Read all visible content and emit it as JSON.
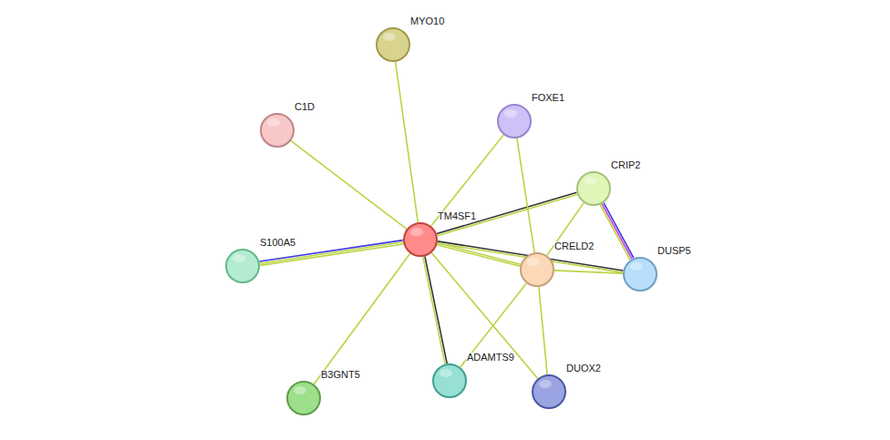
{
  "diagram": {
    "nodes": [
      {
        "text": [
          "MYO10"
        ]
      },
      {
        "text": [
          "FOXE1"
        ]
      },
      {
        "text": [
          "C1D"
        ]
      },
      {
        "text": [
          "CRIP2"
        ]
      },
      {
        "text": [
          "TM4SF1"
        ]
      },
      {
        "text": [
          "S100A5"
        ]
      },
      {
        "text": [
          "CRELD2"
        ]
      },
      {
        "text": [
          "DUSP5"
        ]
      },
      {
        "text": [
          "ADAMTS9"
        ]
      },
      {
        "text": [
          "DUOX2"
        ]
      },
      {
        "text": [
          "B3GNT5"
        ]
      }
    ],
    "edges": [
      {
        "from": 4,
        "to": 0,
        "arrow": "none"
      },
      {
        "from": 4,
        "to": 2,
        "arrow": "none"
      },
      {
        "from": 4,
        "to": 1,
        "arrow": "none"
      },
      {
        "from": 4,
        "to": 3,
        "arrow": "none"
      },
      {
        "from": 4,
        "to": 5,
        "arrow": "none"
      },
      {
        "from": 4,
        "to": 6,
        "arrow": "none"
      },
      {
        "from": 4,
        "to": 7,
        "arrow": "none"
      },
      {
        "from": 4,
        "to": 10,
        "arrow": "none"
      },
      {
        "from": 4,
        "to": 8,
        "arrow": "none"
      },
      {
        "from": 4,
        "to": 9,
        "arrow": "none"
      },
      {
        "from": 1,
        "to": 6,
        "arrow": "none"
      },
      {
        "from": 3,
        "to": 6,
        "arrow": "none"
      },
      {
        "from": 3,
        "to": 7,
        "arrow": "none"
      },
      {
        "from": 6,
        "to": 7,
        "arrow": "none"
      },
      {
        "from": 6,
        "to": 8,
        "arrow": "none"
      },
      {
        "from": 6,
        "to": 9,
        "arrow": "none"
      }
    ]
  }
}
